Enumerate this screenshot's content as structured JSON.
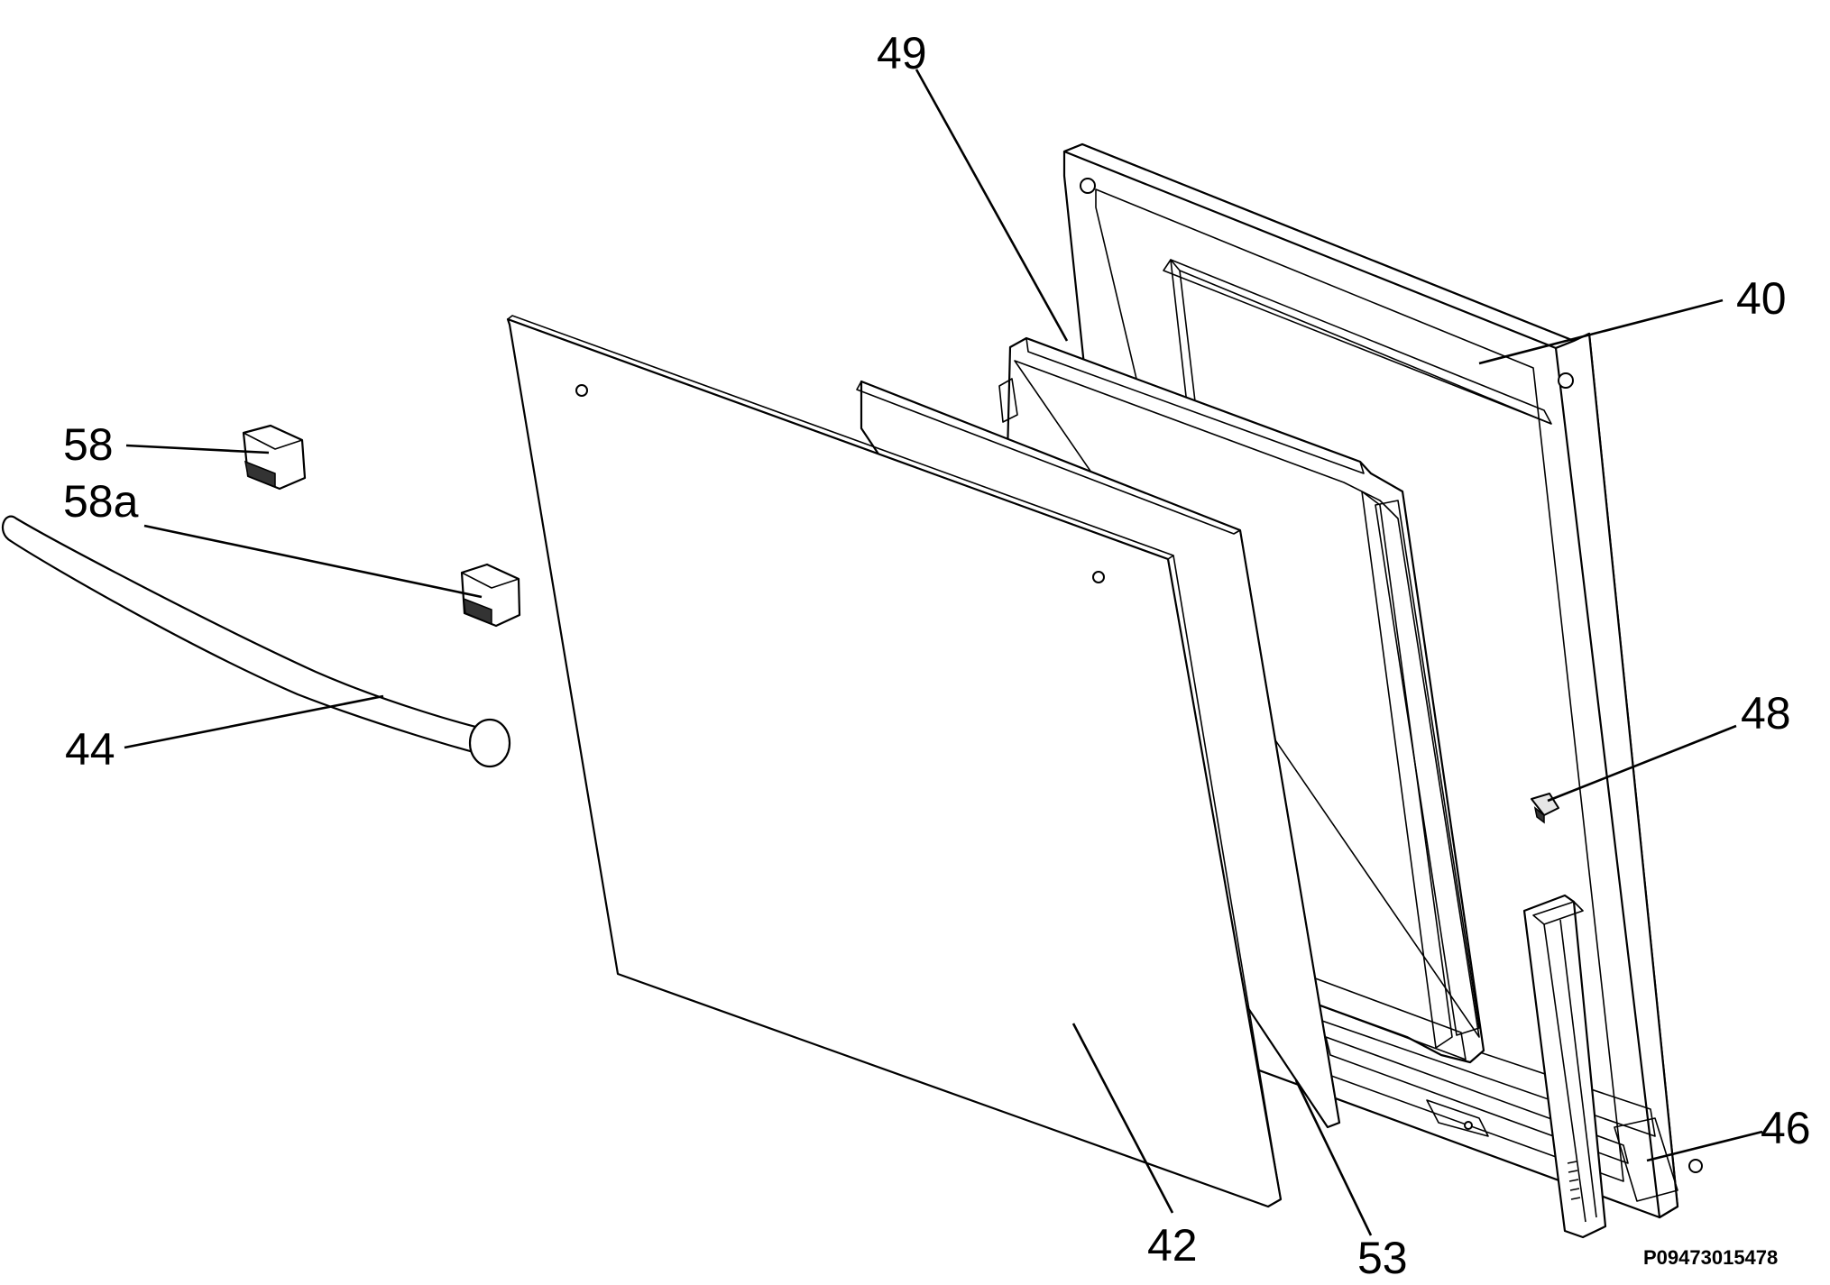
{
  "diagram": {
    "type": "exploded-parts-view",
    "reference_code": "P09473015478",
    "callouts": [
      {
        "id": "49",
        "part": "frame-inner"
      },
      {
        "id": "40",
        "part": "door-frame"
      },
      {
        "id": "58",
        "part": "end-cap-upper"
      },
      {
        "id": "58a",
        "part": "end-cap-lower"
      },
      {
        "id": "44",
        "part": "handle"
      },
      {
        "id": "48",
        "part": "clip"
      },
      {
        "id": "46",
        "part": "hinge-bracket"
      },
      {
        "id": "42",
        "part": "outer-glass"
      },
      {
        "id": "53",
        "part": "inner-glass"
      }
    ]
  }
}
